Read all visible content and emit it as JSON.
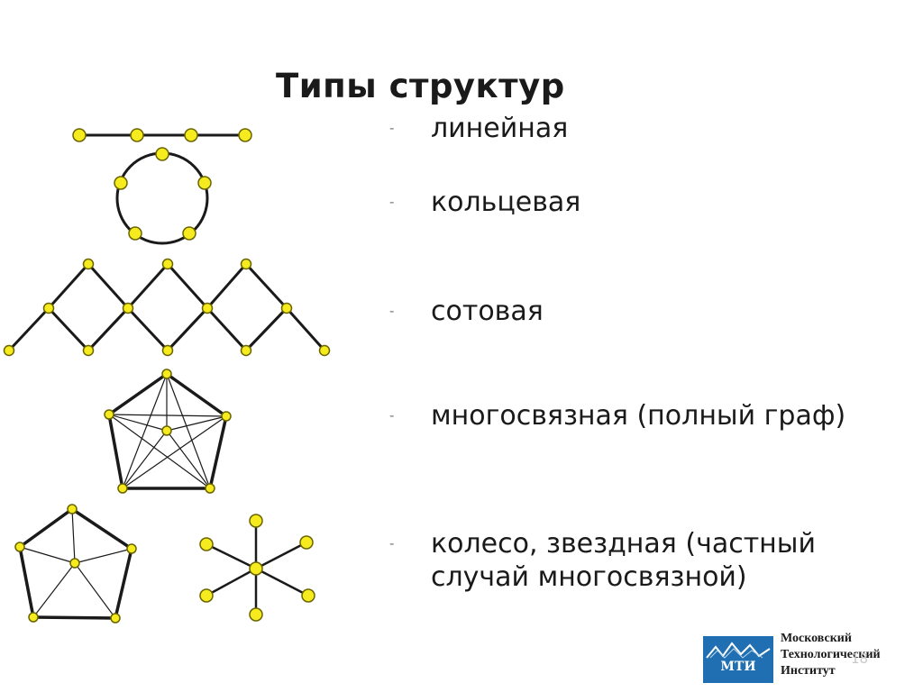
{
  "slide": {
    "title": "Типы структур",
    "bullets": [
      {
        "dash": "-",
        "text": "линейная",
        "diagram": "linear-structure-diagram"
      },
      {
        "dash": "-",
        "text": "кольцевая",
        "diagram": "ring-structure-diagram"
      },
      {
        "dash": "-",
        "text": "сотовая",
        "diagram": "cellular-structure-diagram"
      },
      {
        "dash": "-",
        "text": "многосвязная (полный граф)",
        "diagram": "complete-graph-diagram"
      },
      {
        "dash": "-",
        "text": "колесо, звездная (частный случай многосвязной)",
        "diagram": "wheel-and-star-diagrams"
      }
    ]
  },
  "logo": {
    "abbreviation": "МТИ",
    "name_lines": [
      "Московский",
      "Технологический",
      "Институт"
    ],
    "color": "#1f6fb2"
  },
  "page_number": "18",
  "colors": {
    "node_fill": "#f5eb1f",
    "edge": "#1a1a1a"
  }
}
